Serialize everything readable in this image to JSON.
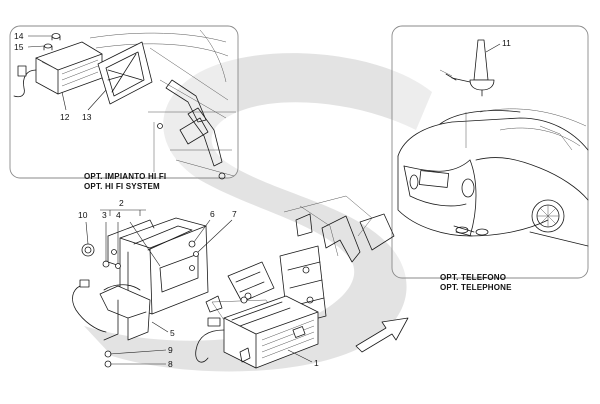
{
  "colors": {
    "background": "#ffffff",
    "watermark": "#e3e3e3",
    "line": "#1a1a1a",
    "panel_border": "#8a8a8a"
  },
  "captions": {
    "hifi_it": "OPT. IMPIANTO HI FI",
    "hifi_en": "OPT. HI FI SYSTEM",
    "tel_it": "OPT. TELEFONO",
    "tel_en": "OPT. TELEPHONE"
  },
  "callouts": {
    "c1": "1",
    "c2": "2",
    "c3": "3",
    "c4": "4",
    "c5": "5",
    "c6": "6",
    "c7": "7",
    "c8": "8",
    "c9": "9",
    "c10": "10",
    "c11": "11",
    "c12": "12",
    "c13": "13",
    "c14": "14",
    "c15": "15"
  }
}
